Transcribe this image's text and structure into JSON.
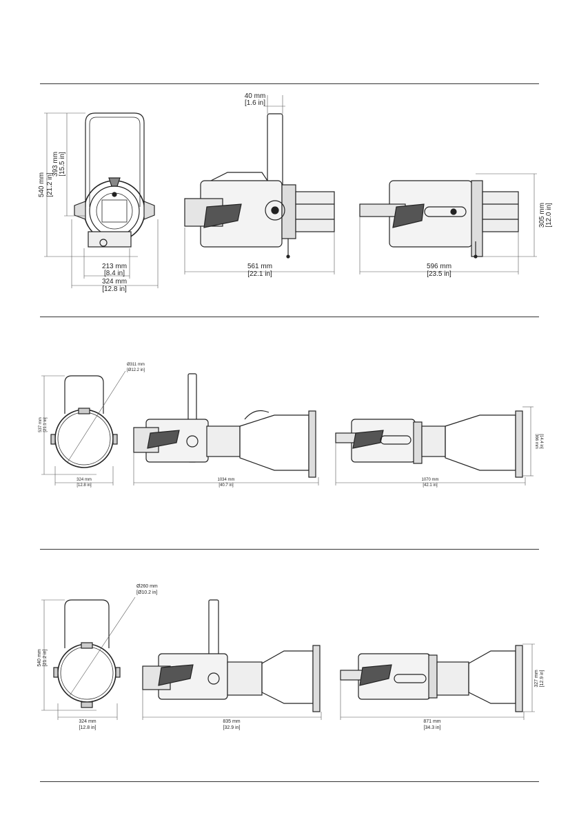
{
  "section1": {
    "front": {
      "height_total": "540 mm",
      "height_total_in": "[21.2 in]",
      "height_yoke": "393 mm",
      "height_yoke_in": "[15.5 in]",
      "width_body": "213 mm",
      "width_body_in": "[8.4 in]",
      "width_total": "324 mm",
      "width_total_in": "[12.8 in]"
    },
    "side_a": {
      "yoke_width": "40 mm",
      "yoke_width_in": "[1.6 in]",
      "length": "561 mm",
      "length_in": "[22.1 in]"
    },
    "side_b": {
      "length": "596 mm",
      "length_in": "[23.5 in]",
      "height": "305 mm",
      "height_in": "[12.0 in]"
    }
  },
  "section2": {
    "front": {
      "diameter": "Ø311 mm",
      "diameter_in": "[Ø12.2 in]",
      "height": "537 mm",
      "height_in": "[21.1 in]",
      "width": "324 mm",
      "width_in": "[12.8 in]"
    },
    "side_a": {
      "length": "1034 mm",
      "length_in": "[40.7 in]"
    },
    "side_b": {
      "length": "1070 mm",
      "length_in": "[42.1 in]",
      "height": "366 mm",
      "height_in": "[14.4 in]"
    }
  },
  "section3": {
    "front": {
      "diameter": "Ø260 mm",
      "diameter_in": "[Ø10.2 in]",
      "height": "540 mm",
      "height_in": "[21.2 in]",
      "width": "324 mm",
      "width_in": "[12.8 in]"
    },
    "side_a": {
      "length": "835 mm",
      "length_in": "[32.9 in]"
    },
    "side_b": {
      "length": "871 mm",
      "length_in": "[34.3 in]",
      "height": "327 mm",
      "height_in": "[12.9 in]"
    }
  }
}
